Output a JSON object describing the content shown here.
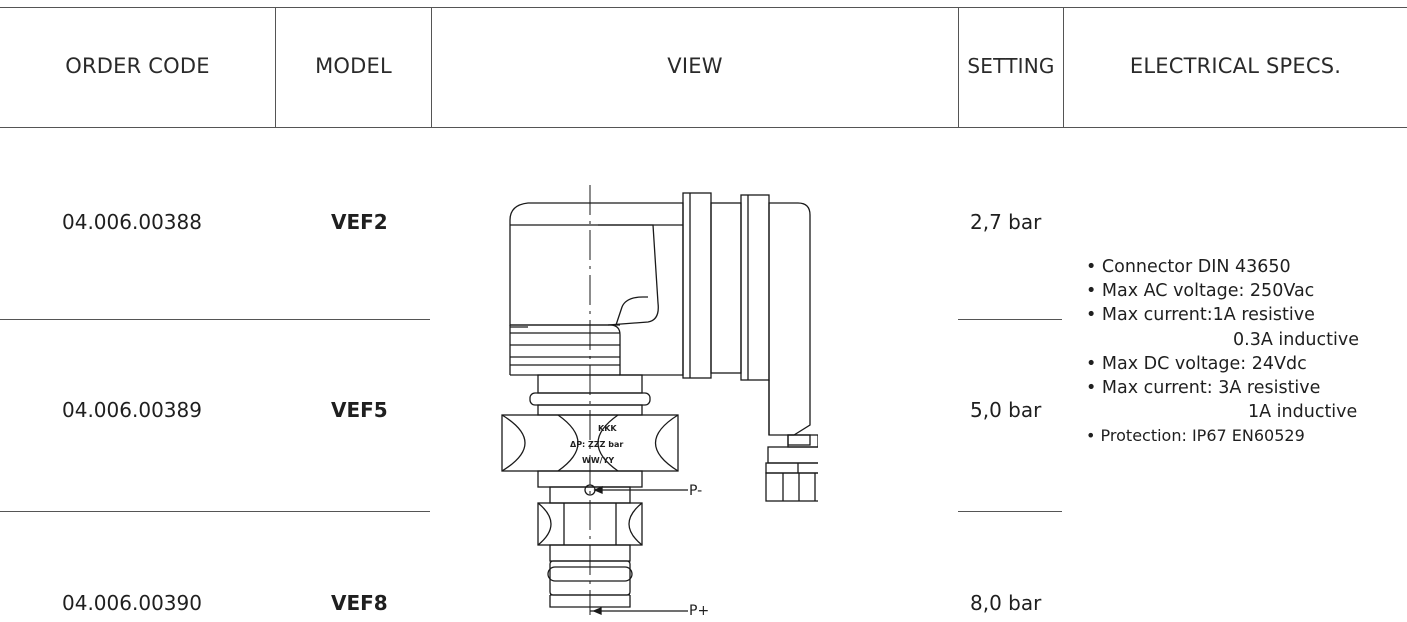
{
  "table": {
    "headers": {
      "order_code": "ORDER CODE",
      "model": "MODEL",
      "view": "VIEW",
      "setting": "SETTING",
      "electrical_specs": "ELECTRICAL SPECS."
    },
    "rows": [
      {
        "order_code": "04.006.00388",
        "model": "VEF2",
        "setting": "2,7 bar"
      },
      {
        "order_code": "04.006.00389",
        "model": "VEF5",
        "setting": "5,0 bar"
      },
      {
        "order_code": "04.006.00390",
        "model": "VEF8",
        "setting": "8,0 bar"
      }
    ],
    "electrical_specs": {
      "connector": "Connector DIN 43650",
      "max_ac_voltage": "Max AC voltage: 250Vac",
      "max_current_ac": "Max current:1A resistive",
      "max_current_ac_inductive": "0.3A inductive",
      "max_dc_voltage": "Max DC voltage: 24Vdc",
      "max_current_dc": "Max current: 3A resistive",
      "max_current_dc_inductive": "1A inductive",
      "protection": "Protection: IP67 EN60529"
    }
  },
  "drawing": {
    "body_marking_1": "KKK",
    "body_marking_2": "ΔP: ZZZ bar",
    "body_marking_3": "WW/YY",
    "port_minus": "P-",
    "port_plus": "P+"
  }
}
